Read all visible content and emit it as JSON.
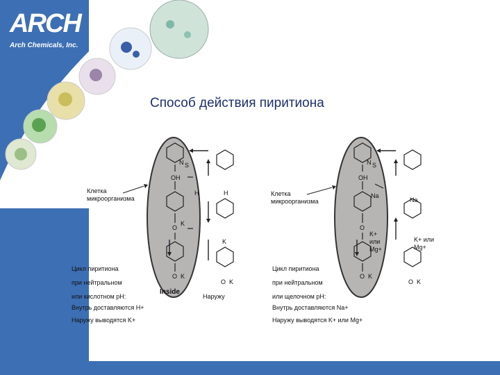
{
  "brand": {
    "name": "ARCH",
    "tagline": "Arch Chemicals, Inc."
  },
  "title": "Способ действия пиритиона",
  "colors": {
    "brand_blue": "#3d6fb4",
    "title_color": "#1f2f6e",
    "cell_fill": "#b7b4b4"
  },
  "left": {
    "cell_label": [
      "Клетка",
      "микроорганизма"
    ],
    "inside_label": "Inside",
    "outside_label": "Наружу",
    "caption": [
      "Цикл пиритиона",
      "при нейтральном",
      "или кислотном pH:",
      "Внутрь доставляются H+",
      "Наружу выводятся K+"
    ]
  },
  "right": {
    "cell_label": [
      "Клетка",
      "микроорганизма"
    ],
    "ion_inside": [
      "K+",
      "или",
      "Mg+"
    ],
    "ion_outside": [
      "K+ или",
      "Mg+"
    ],
    "caption": [
      "Цикл пиритиона",
      "при нейтральном",
      "или щелочном pH:",
      "Внутрь доставляются Na+",
      "Наружу выводятся K+ или Mg+"
    ]
  },
  "diagram": {
    "atoms": [
      "N",
      "S",
      "OH",
      "O",
      "K",
      "H",
      "Na"
    ],
    "charges": [
      "+",
      "-"
    ]
  }
}
